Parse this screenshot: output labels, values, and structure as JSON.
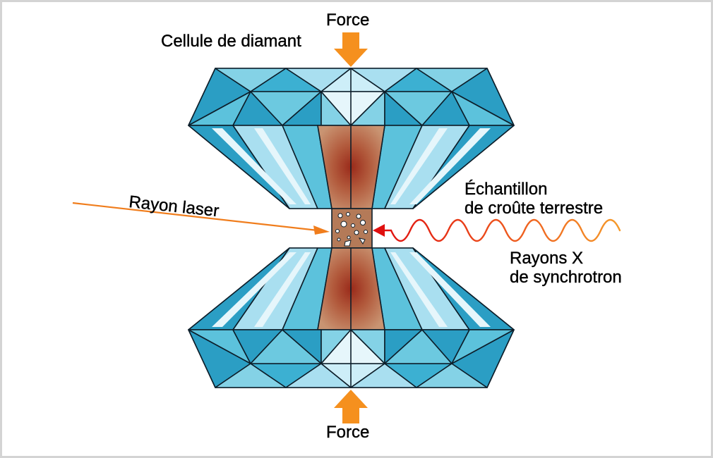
{
  "labels": {
    "force_top": "Force",
    "force_bottom": "Force",
    "cell": "Cellule de diamant",
    "laser": "Rayon laser",
    "sample_line1": "Échantillon",
    "sample_line2": "de croûte terrestre",
    "xray_line1": "Rayons X",
    "xray_line2": "de synchrotron"
  },
  "colors": {
    "force_arrow": "#f5901e",
    "laser_arrow": "#f07d1c",
    "xray_start": "#e00f0f",
    "xray_end": "#f59a2a",
    "diamond_light": "#bfe6f2",
    "diamond_mid": "#5cc2dc",
    "diamond_dark": "#2b9ec4",
    "sample": "#b47a58",
    "culet_core": "#9a2a1a",
    "culet_edge": "#c99472"
  }
}
